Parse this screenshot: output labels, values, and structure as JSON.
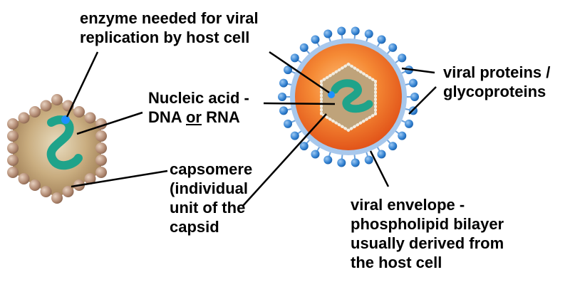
{
  "labels": {
    "enzyme": {
      "line1": "enzyme needed for viral",
      "line2": "replication by host cell"
    },
    "nucleic_acid": {
      "line1": "Nucleic acid -",
      "line2_part1": "DNA",
      "line2_or": "or",
      "line2_part2": "RNA"
    },
    "capsomere": {
      "line1": "capsomere",
      "line2": "(individual",
      "line3": "unit of the",
      "line4": "capsid"
    },
    "viral_proteins": {
      "line1": "viral proteins /",
      "line2": "glycoproteins"
    },
    "envelope": {
      "line1": "viral envelope -",
      "line2": "phospholipid bilayer",
      "line3": "usually derived from",
      "line4": "the host cell"
    }
  },
  "colors": {
    "capsomere_bead": "#b08870",
    "capsid_fill": "#b89b6e",
    "nucleic_acid": "#1fa38a",
    "enzyme_dot": "#1e90ff",
    "envelope_fill": "#f07a2c",
    "envelope_outline": "#a8c8ec",
    "glycoprotein": "#2f7fd0",
    "leader_line": "#000000"
  }
}
